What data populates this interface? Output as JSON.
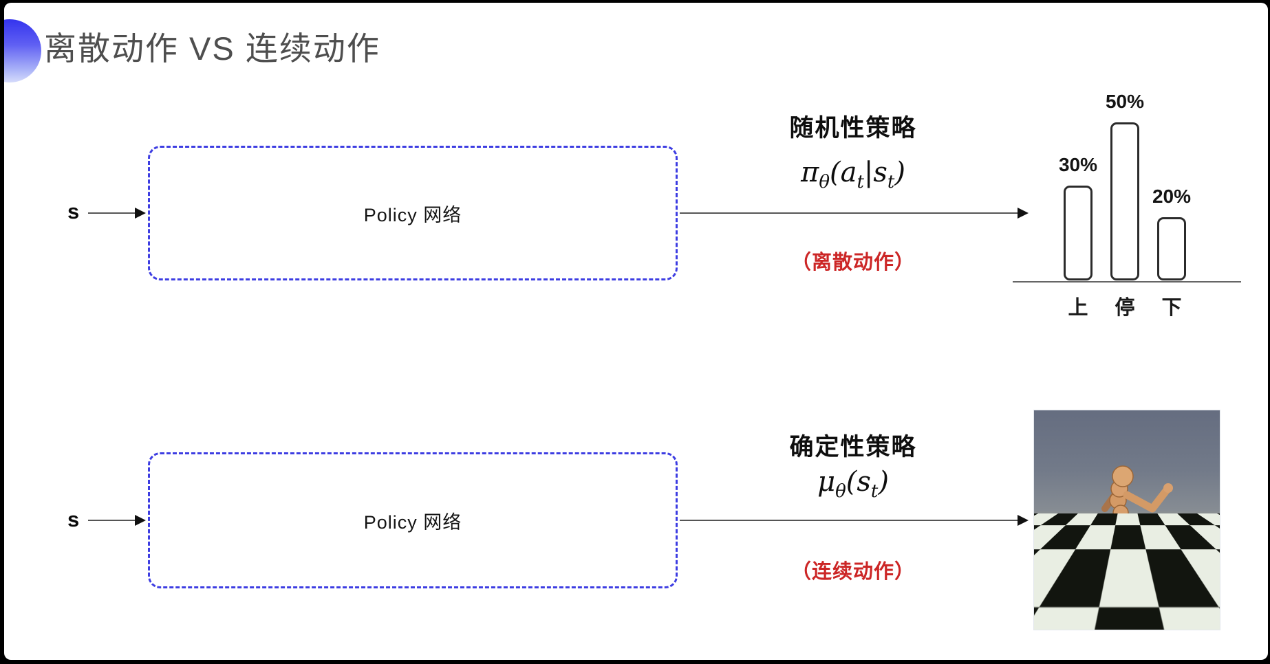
{
  "slide": {
    "title": "离散动作 VS 连续动作"
  },
  "colors": {
    "accent_blue": "#3d3de2",
    "note_red": "#cc2626",
    "title_gray": "#4e4e4e"
  },
  "rows": {
    "top": {
      "input_label": "s",
      "box_label": "Policy 网络",
      "policy_name": "随机性策略",
      "formula": {
        "f1": "π",
        "f2": "θ",
        "f3": "(",
        "f4": "a",
        "f5": "t",
        "f6": "|",
        "f7": "s",
        "f8": "t",
        "f9": ")"
      },
      "note": "（离散动作）"
    },
    "bottom": {
      "input_label": "s",
      "box_label": "Policy 网络",
      "policy_name": "确定性策略",
      "formula": {
        "f1": "μ",
        "f2": "θ",
        "f3": "(",
        "f4": "s",
        "f5": "t",
        "f6": ")"
      },
      "note": "（连续动作）"
    }
  },
  "chart_data": {
    "type": "bar",
    "categories": [
      "上",
      "停",
      "下"
    ],
    "values": [
      30,
      50,
      20
    ],
    "labels": [
      "30%",
      "50%",
      "20%"
    ],
    "title": "",
    "xlabel": "",
    "ylabel": "",
    "ylim": [
      0,
      55
    ],
    "grid": false,
    "legend": false
  }
}
